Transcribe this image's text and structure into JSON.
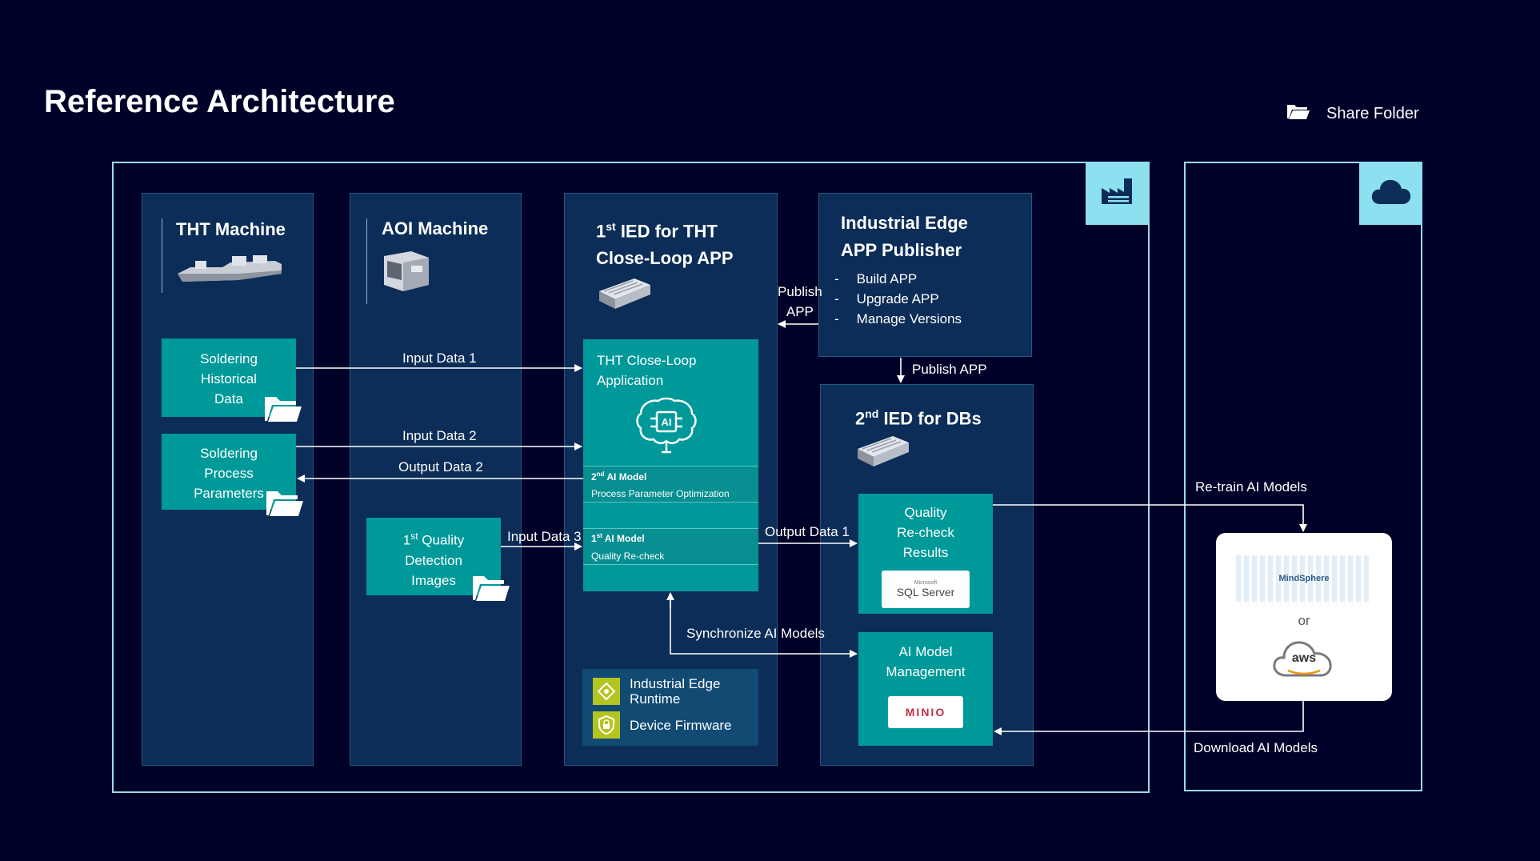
{
  "page": {
    "title": "Reference Architecture",
    "legend_label": "Share Folder"
  },
  "tht_machine": {
    "title": "THT Machine",
    "box1": [
      "Soldering",
      "Historical",
      "Data"
    ],
    "box2": [
      "Soldering",
      "Process",
      "Parameters"
    ]
  },
  "aoi_machine": {
    "title": "AOI Machine",
    "box_line1_sup": "st",
    "box_line1_num": "1",
    "box_line1_rest": " Quality",
    "box_line2": "Detection",
    "box_line3": "Images"
  },
  "ied1": {
    "title_num": "1",
    "title_sup": "st",
    "title_rest": " IED for THT",
    "title_line2": "Close-Loop APP",
    "app_title_line1": "THT Close-Loop",
    "app_title_line2": "Application",
    "ai_badge": "AI",
    "model2_num": "2",
    "model2_sup": "nd",
    "model2_rest": " AI Model",
    "model2_desc": "Process Parameter Optimization",
    "model1_num": "1",
    "model1_sup": "st",
    "model1_rest": " AI Model",
    "model1_desc": "Quality Re-check",
    "runtime_label_line1": "Industrial Edge",
    "runtime_label_line2": "Runtime",
    "firmware_label": "Device Firmware"
  },
  "publisher": {
    "title_line1": "Industrial Edge",
    "title_line2": "APP Publisher",
    "bullet": "-",
    "items": [
      "Build APP",
      "Upgrade APP",
      "Manage Versions"
    ]
  },
  "ied2": {
    "title_num": "2",
    "title_sup": "nd",
    "title_rest": " IED for DBs",
    "box1": [
      "Quality",
      "Re-check",
      "Results"
    ],
    "box2": [
      "AI Model",
      "Management"
    ],
    "sql_small": "Microsoft",
    "sql_logo": "SQL Server",
    "minio_logo": "MINIO"
  },
  "cloud": {
    "mindsphere_label": "MindSphere",
    "or_label": "or",
    "aws_label": "aws"
  },
  "flows": {
    "input1": "Input Data 1",
    "input2": "Input Data 2",
    "output2": "Output Data 2",
    "input3": "Input Data 3",
    "output1": "Output Data 1",
    "publish_left_line1": "Publish",
    "publish_left_line2": "APP",
    "publish_down": "Publish APP",
    "sync": "Synchronize AI Models",
    "retrain": "Re-train AI Models",
    "download": "Download AI Models"
  },
  "icons": [
    "folder-icon",
    "factory-icon",
    "cloud-icon",
    "ai-brain-icon",
    "edge-runtime-icon",
    "lock-icon",
    "ied-device-icon",
    "tht-machine-icon",
    "aoi-machine-icon"
  ],
  "colors": {
    "background": "#000128",
    "column": "#0c2d57",
    "teal": "#009999",
    "frame": "#9fd7e6",
    "accent": "#8ce0f0",
    "runtime_icon": "#b3c520"
  }
}
